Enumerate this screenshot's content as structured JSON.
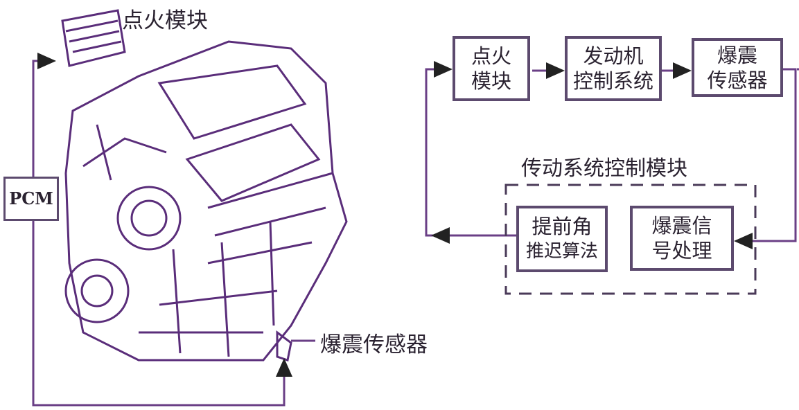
{
  "engine_figure": {
    "ignition_module_label": "点火模块",
    "pcm_label": "PCM",
    "knock_sensor_label": "爆震传感器"
  },
  "block_diagram": {
    "ignition_module": [
      "点火",
      "模块"
    ],
    "engine_control_system": [
      "发动机",
      "控制系统"
    ],
    "knock_sensor": [
      "爆震",
      "传感器"
    ],
    "powertrain_control_module_title": "传动系统控制模块",
    "advance_retard_algorithm": [
      "提前角",
      "推迟算法"
    ],
    "knock_signal_processing": [
      "爆震信",
      "号处理"
    ]
  },
  "colors": {
    "line": "#6a3f86",
    "box": "#5c4a6e"
  }
}
